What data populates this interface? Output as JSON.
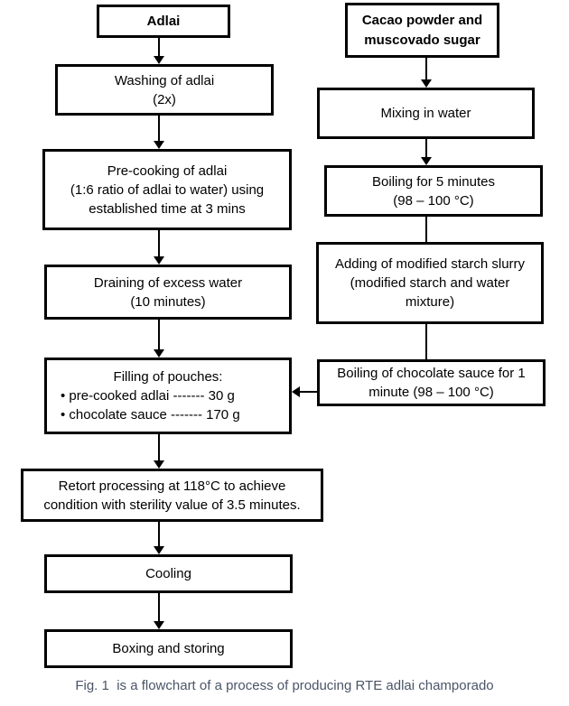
{
  "figure": {
    "caption": "Fig. 1  is a flowchart of a process of producing RTE adlai champorado"
  },
  "colors": {
    "background": "#ffffff",
    "box_border": "#000000",
    "box_text": "#000000",
    "arrow": "#000000",
    "caption_text": "#4a5568"
  },
  "nodes": {
    "adlai_header": "Adlai",
    "cacao_header": "Cacao powder and\nmuscovado sugar",
    "washing": "Washing of adlai\n(2x)",
    "mixing": "Mixing in water",
    "precooking": "Pre-cooking of adlai\n(1:6 ratio of adlai to water) using\nestablished time at 3 mins",
    "boiling_water": "Boiling for 5 minutes\n(98 – 100 °C)",
    "adding_starch": "Adding of modified starch slurry\n(modified starch and water\nmixture)",
    "draining": "Draining of excess water\n(10 minutes)",
    "filling_title": "Filling of pouches:",
    "filling_items": [
      "• pre-cooked adlai ------- 30 g",
      "• chocolate sauce ------- 170 g"
    ],
    "boiling_chocolate": "Boiling of chocolate sauce for 1\nminute (98 – 100 °C)",
    "retort": "Retort processing at 118°C to achieve\ncondition with sterility value of 3.5 minutes.",
    "cooling": "Cooling",
    "boxing": "Boxing and storing"
  }
}
